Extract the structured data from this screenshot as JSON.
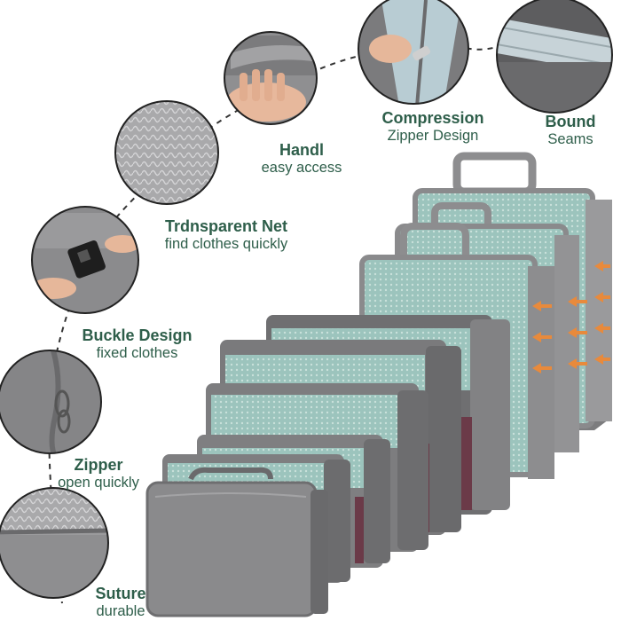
{
  "features": [
    {
      "id": "compression",
      "title": "Compression",
      "subtitle": "Zipper Design"
    },
    {
      "id": "bound",
      "title": "Bound",
      "subtitle": "Seams"
    },
    {
      "id": "handle",
      "title": "Handl",
      "subtitle": "easy access"
    },
    {
      "id": "net",
      "title": "Trdnsparent Net",
      "subtitle": "find clothes quickly"
    },
    {
      "id": "buckle",
      "title": "Buckle Design",
      "subtitle": "fixed clothes"
    },
    {
      "id": "zipper",
      "title": "Zipper",
      "subtitle": "open quickly"
    },
    {
      "id": "suture",
      "title": "Suture",
      "subtitle": "durable"
    }
  ],
  "colors": {
    "label_text": "#2e5e4a",
    "bag_gray": "#7c7c7e",
    "bag_dark": "#5f5f61",
    "mesh": "#9cc4bd",
    "arrow": "#e88a3c",
    "lining": "#6b3a48"
  },
  "icons": [
    "hand-pulling-handle",
    "transparent-mesh",
    "buckle-clip",
    "zipper-pull",
    "inner-mesh-suture",
    "compression-zipper",
    "bound-seam"
  ]
}
